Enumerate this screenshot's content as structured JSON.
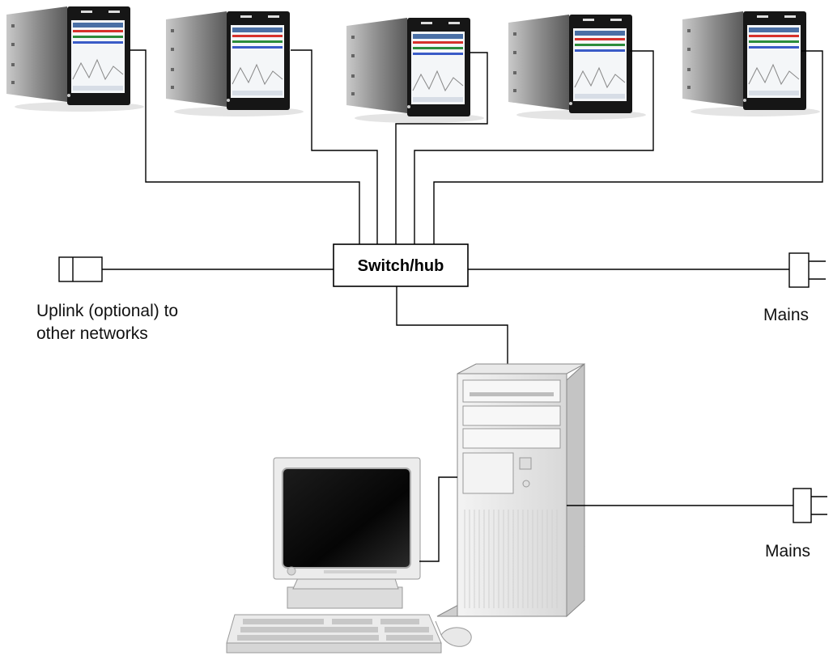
{
  "hub": {
    "label": "Switch/hub"
  },
  "uplink": {
    "line1": "Uplink (optional) to",
    "line2": "other networks"
  },
  "mains": [
    "Mains",
    "Mains"
  ],
  "recorders": [
    {
      "id": 1
    },
    {
      "id": 2
    },
    {
      "id": 3
    },
    {
      "id": 4
    },
    {
      "id": 5
    }
  ]
}
